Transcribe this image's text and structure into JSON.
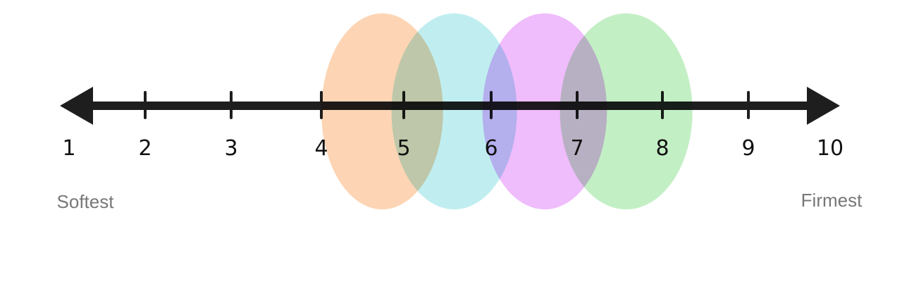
{
  "scale": {
    "ticks": [
      "1",
      "2",
      "3",
      "4",
      "5",
      "6",
      "7",
      "8",
      "9",
      "10"
    ],
    "left_label": "Softest",
    "right_label": "Firmest"
  },
  "ranges": [
    {
      "name": "orange",
      "from": 4.0,
      "to": 5.45,
      "color": "#fdd5b4"
    },
    {
      "name": "cyan",
      "from": 4.85,
      "to": 6.3,
      "color": "#c0eef0"
    },
    {
      "name": "magenta",
      "from": 5.9,
      "to": 7.35,
      "color": "#efbcfc"
    },
    {
      "name": "green",
      "from": 6.8,
      "to": 8.35,
      "color": "#c3efc5"
    }
  ]
}
